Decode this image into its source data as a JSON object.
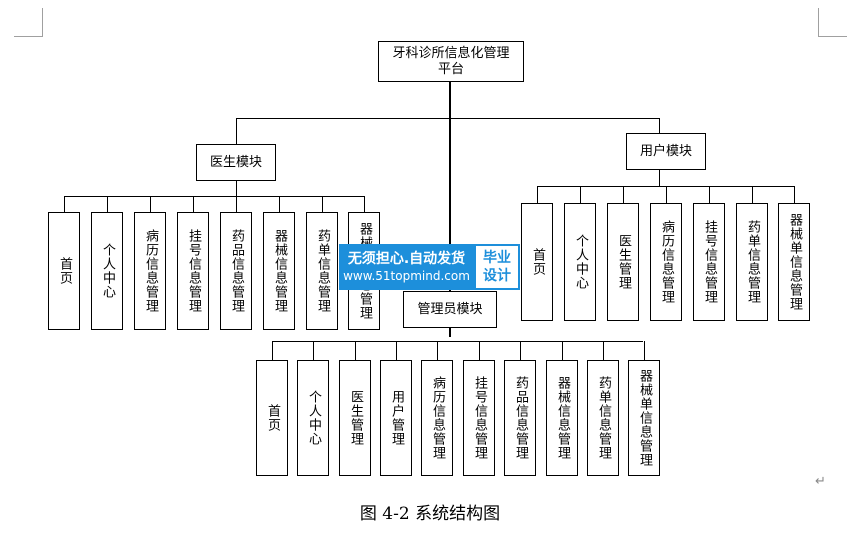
{
  "root": {
    "label": "牙科诊所信息化管理\n平台"
  },
  "doctor_module": {
    "label": "医生模块",
    "items": [
      "首页",
      "个人中心",
      "病历信息管理",
      "挂号信息管理",
      "药品信息管理",
      "器械信息管理",
      "药单信息管理",
      "器械单信息管理"
    ]
  },
  "user_module": {
    "label": "用户模块",
    "items": [
      "首页",
      "个人中心",
      "医生管理",
      "病历信息管理",
      "挂号信息管理",
      "药单信息管理",
      "器械单信息管理"
    ]
  },
  "admin_module": {
    "label": "管理员模块",
    "items": [
      "首页",
      "个人中心",
      "医生管理",
      "用户管理",
      "病历信息管理",
      "挂号信息管理",
      "药品信息管理",
      "器械信息管理",
      "药单信息管理",
      "器械单信息管理"
    ]
  },
  "watermark": {
    "line1": "无须担心.自动发货",
    "line2": "www.51topmind.com",
    "badge_line1": "毕业",
    "badge_line2": "设计"
  },
  "caption": "图 4-2 系统结构图",
  "paragraph_mark": "↵"
}
